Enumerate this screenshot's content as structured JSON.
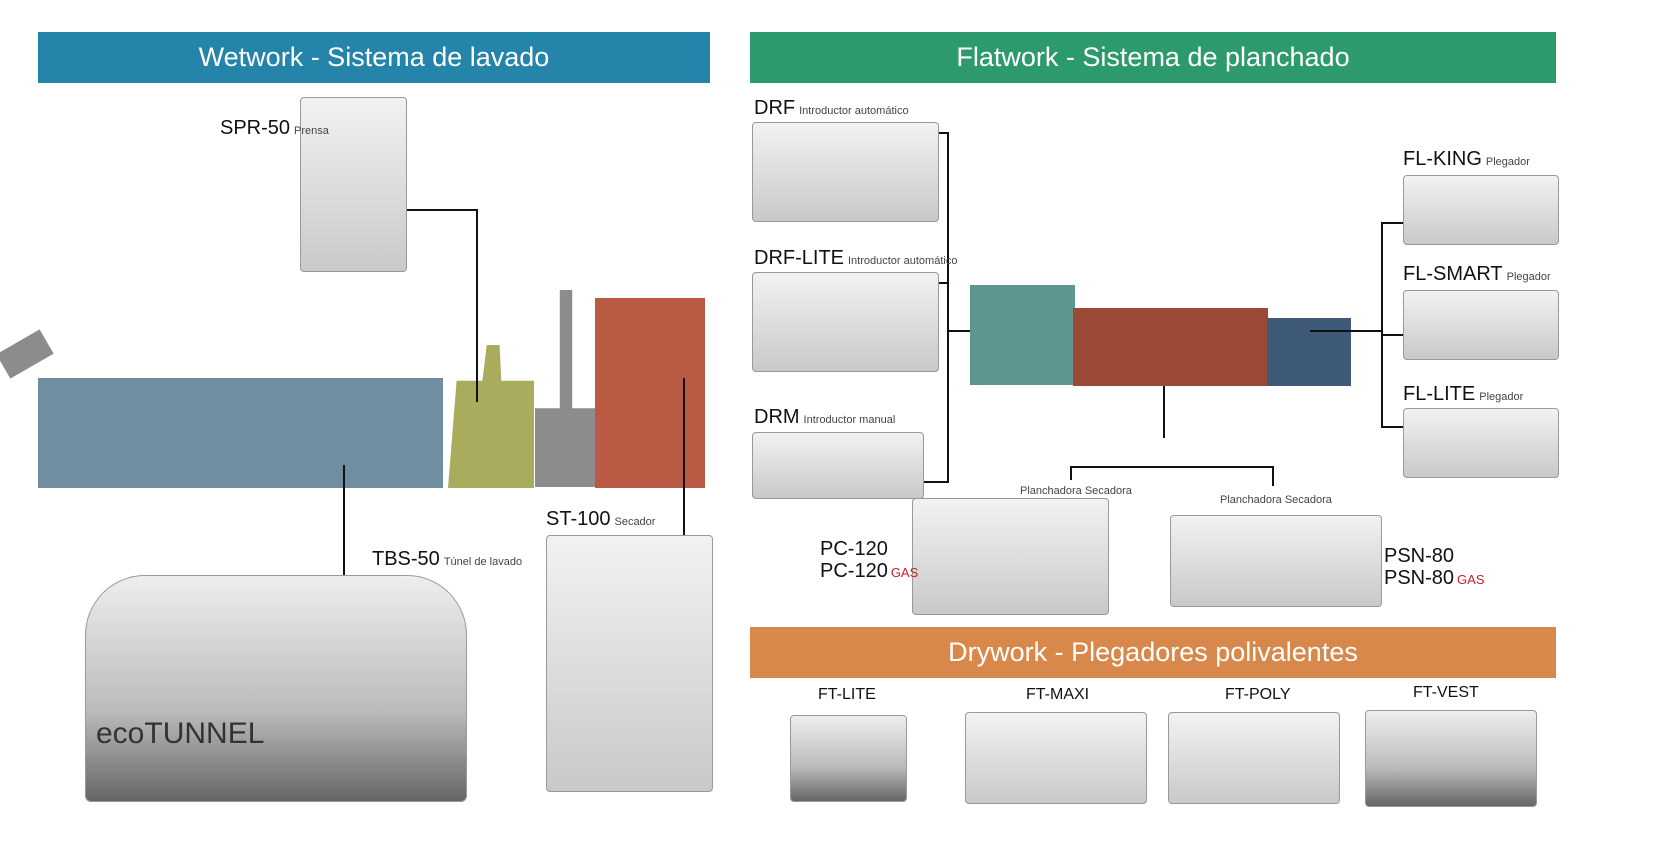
{
  "sections": {
    "wetwork": "Wetwork - Sistema de lavado",
    "flatwork": "Flatwork - Sistema de planchado",
    "drywork": "Drywork - Plegadores polivalentes"
  },
  "colors": {
    "wetwork": "#2484a9",
    "flatwork": "#2c9a6b",
    "drywork": "#d8884a"
  },
  "wetwork": {
    "spr": {
      "name": "SPR-50",
      "type": "Prensa"
    },
    "tbs": {
      "name": "TBS-50",
      "type": "Túnel de lavado",
      "brand": "ecoTUNNEL"
    },
    "st": {
      "name": "ST-100",
      "type": "Secador"
    }
  },
  "flatwork": {
    "drf": {
      "name": "DRF",
      "type": "Introductor automático"
    },
    "drflite": {
      "name": "DRF-LITE",
      "type": "Introductor automático"
    },
    "drm": {
      "name": "DRM",
      "type": "Introductor manual"
    },
    "flking": {
      "name": "FL-KING",
      "type": "Plegador"
    },
    "flsmart": {
      "name": "FL-SMART",
      "type": "Plegador"
    },
    "fllite": {
      "name": "FL-LITE",
      "type": "Plegador"
    },
    "pc": {
      "caption": "Planchadora Secadora",
      "name": "PC-120",
      "name_gas": "PC-120",
      "gas": "GAS"
    },
    "psn": {
      "caption": "Planchadora Secadora",
      "name": "PSN-80",
      "name_gas": "PSN-80",
      "gas": "GAS"
    }
  },
  "drywork": {
    "items": [
      "FT-LITE",
      "FT-MAXI",
      "FT-POLY",
      "FT-VEST"
    ]
  }
}
